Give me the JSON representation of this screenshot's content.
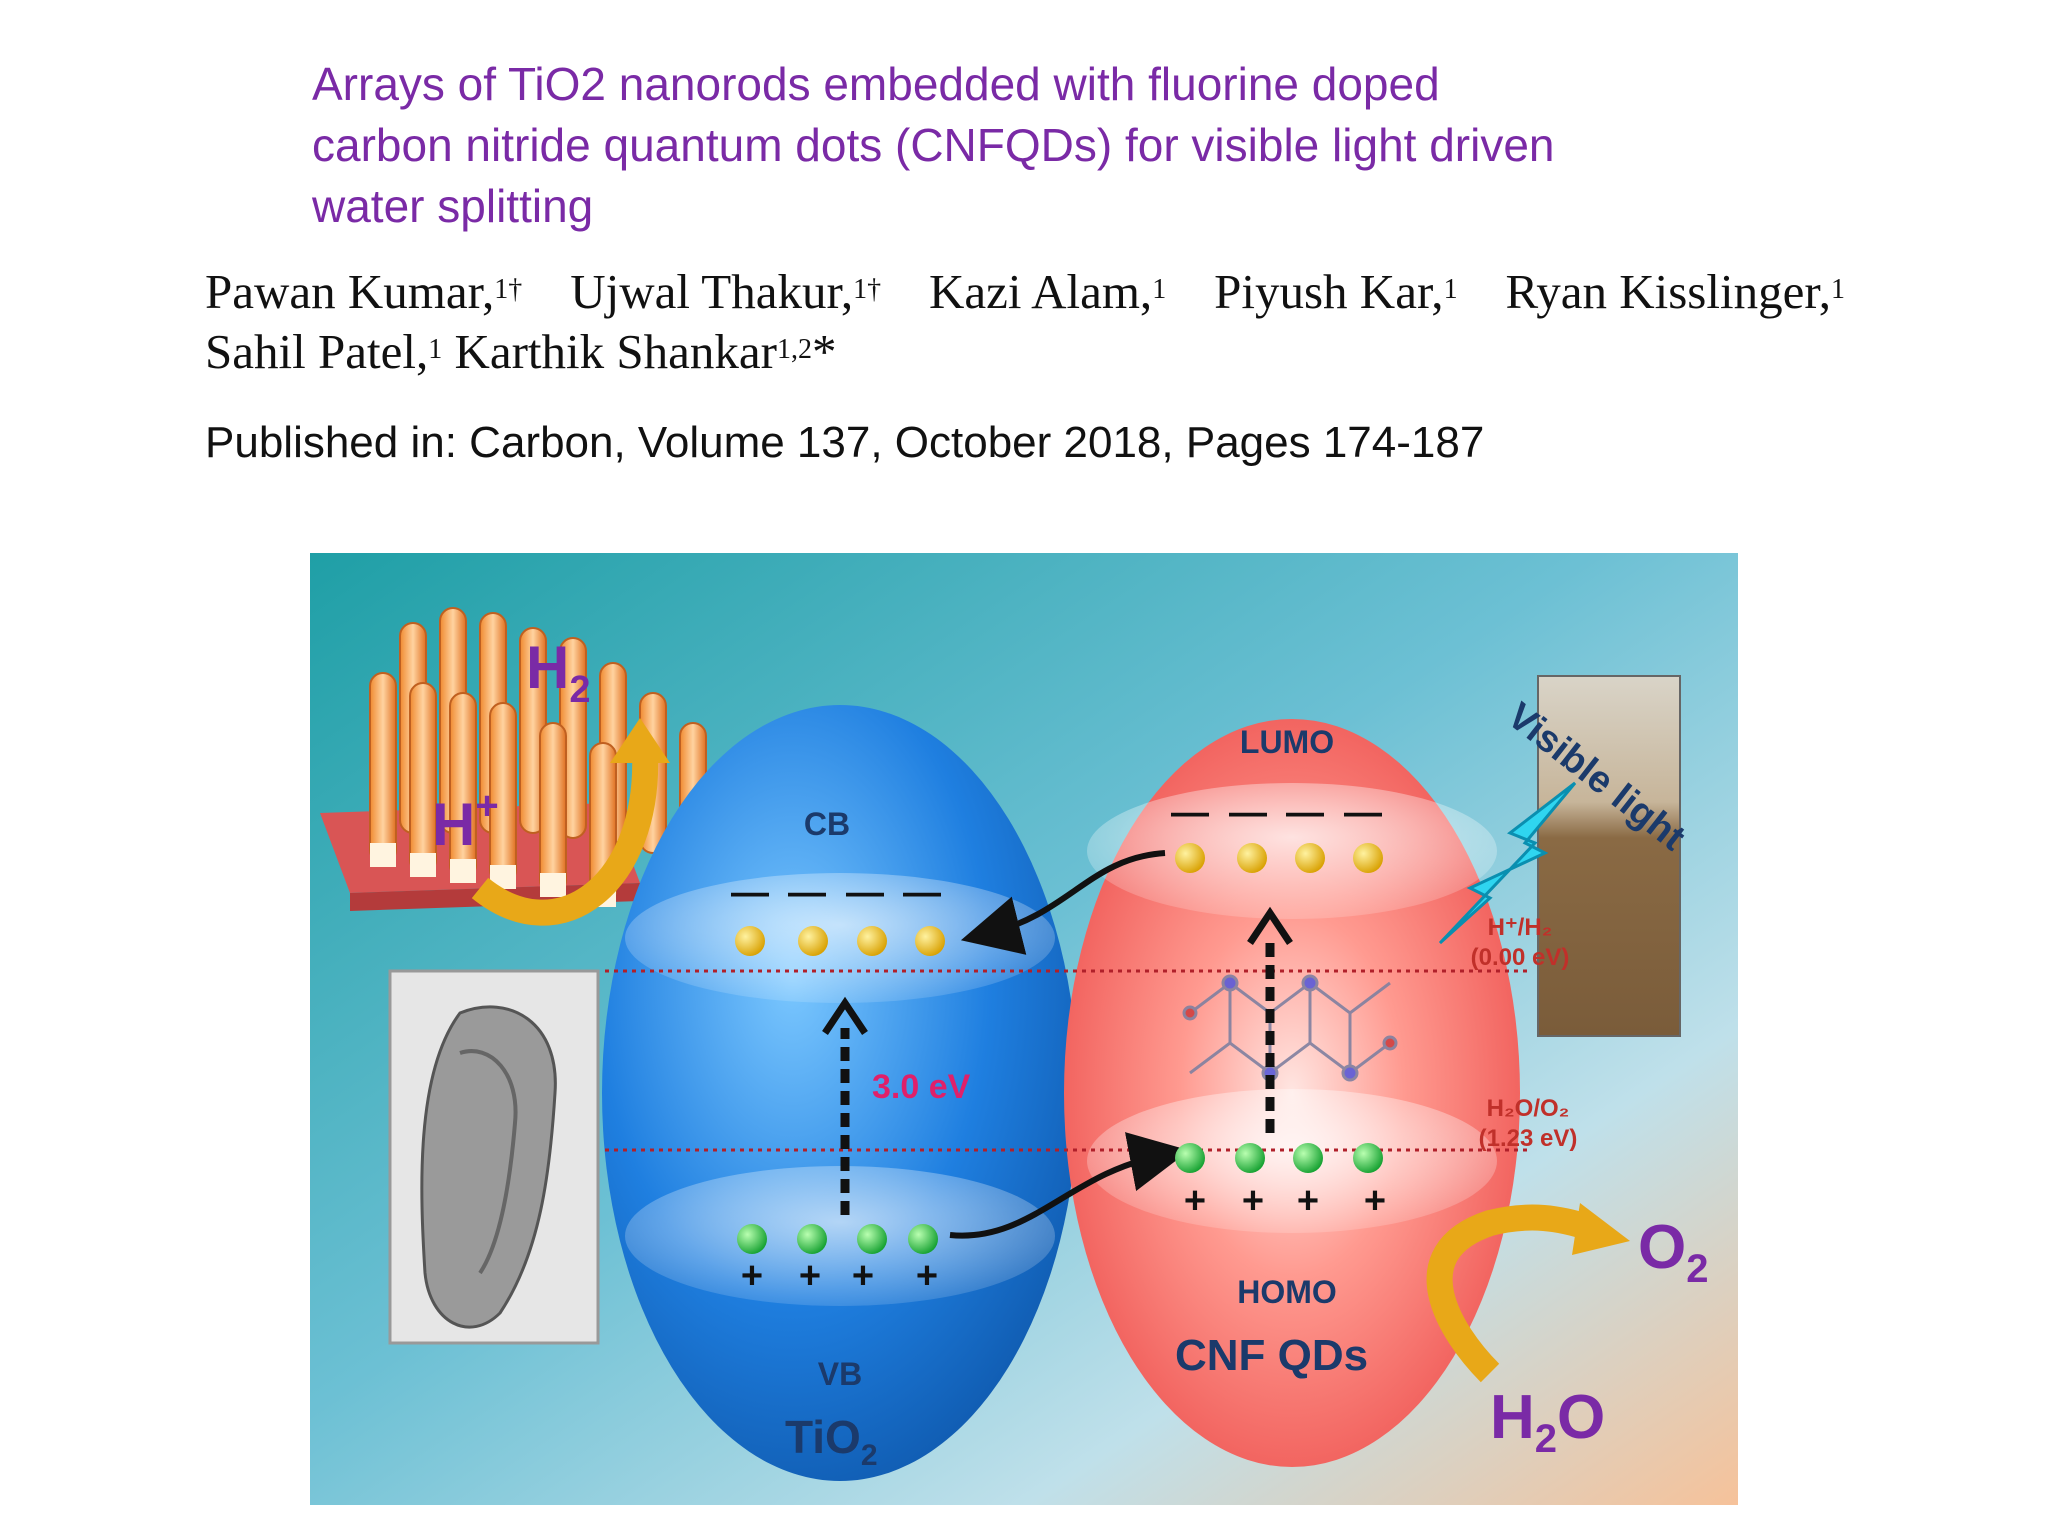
{
  "title_lines": [
    "Arrays of TiO2 nanorods embedded with fluorine doped",
    "carbon nitride quantum dots (CNFQDs) for visible light driven",
    "water splitting"
  ],
  "authors": {
    "a1": "Pawan Kumar,",
    "a1_sup": "1†",
    "a2": "Ujwal Thakur,",
    "a2_sup": "1†",
    "a3": "Kazi Alam,",
    "a3_sup": "1",
    "a4": "Piyush Kar,",
    "a4_sup": "1",
    "a5": "Ryan Kisslinger,",
    "a5_sup": "1",
    "a6": "Sahil Patel,",
    "a6_sup": "1",
    "a7": "Karthik Shankar",
    "a7_sup": "1,2",
    "a7_mark": "*"
  },
  "publication": "Published in: Carbon, Volume 137, October 2018, Pages 174-187",
  "figure": {
    "h2_top": "H",
    "h2_top_sub": "2",
    "h_plus": "H",
    "h_plus_sup": "+",
    "cb": "CB",
    "vb": "VB",
    "lumo": "LUMO",
    "homo": "HOMO",
    "gap": "3.0 eV",
    "tio2": "TiO",
    "tio2_sub": "2",
    "cnf": "CNF QDs",
    "visible_light": "Visible light",
    "hh2": "H⁺/H₂",
    "hh2_val": "(0.00 eV)",
    "ho2": "H₂O/O₂",
    "ho2_val": "(1.23 eV)",
    "o2": "O",
    "o2_sub": "2",
    "h2o_h": "H",
    "h2o_sub": "2",
    "h2o_o": "O",
    "minus": "—",
    "plus": "+"
  },
  "colors": {
    "title": "#7a2aa6",
    "tio2_sphere": "#1a78d8",
    "cnf_sphere": "#ef4a4a",
    "electron": "#f2c21a",
    "hole": "#2fc24a",
    "gap_label": "#e0206a",
    "label_dark": "#1b3a6b"
  }
}
